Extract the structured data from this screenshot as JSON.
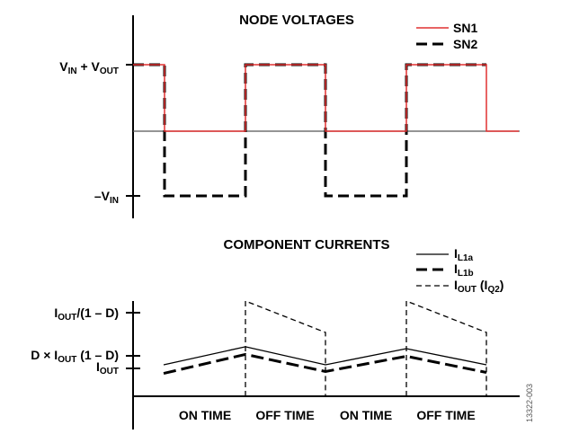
{
  "chart_data": [
    {
      "type": "line",
      "title": "NODE VOLTAGES",
      "y_tick_labels": [
        {
          "main": "V",
          "sub": "IN",
          "main2": " + V",
          "sub2": "OUT",
          "level": "VIN+VOUT"
        },
        {
          "main": "–V",
          "sub": "IN",
          "level": "-VIN"
        }
      ],
      "legend": [
        {
          "name": "SN1",
          "style": "solid",
          "color": "#e03030"
        },
        {
          "name": "SN2",
          "style": "dashed-bold",
          "color": "#000000"
        }
      ],
      "legend_position": "top-right",
      "levels": {
        "high": 1,
        "zero": 0,
        "low": -1
      },
      "x": [
        0,
        1,
        2,
        3,
        4,
        5
      ],
      "series": [
        {
          "name": "SN1",
          "values": [
            1,
            0,
            1,
            0,
            1,
            0
          ]
        },
        {
          "name": "SN2",
          "values": [
            1,
            -1,
            1,
            -1,
            1,
            null
          ]
        }
      ]
    },
    {
      "type": "line",
      "title": "COMPONENT CURRENTS",
      "y_tick_labels": [
        {
          "main": "I",
          "sub": "OUT",
          "tail": "/(1 – D)",
          "level": "IOUT/(1-D)"
        },
        {
          "pre": "D × I",
          "sub": "OUT",
          "tail": " (1 – D)",
          "level": "D×IOUT(1-D)"
        },
        {
          "main": "I",
          "sub": "OUT",
          "level": "IOUT"
        }
      ],
      "x_tick_labels": [
        "ON TIME",
        "OFF TIME",
        "ON TIME",
        "OFF TIME"
      ],
      "legend": [
        {
          "main": "I",
          "sub": "L1a",
          "style": "solid"
        },
        {
          "main": "I",
          "sub": "L1b",
          "style": "dashed-bold"
        },
        {
          "main": "I",
          "sub": "OUT",
          "tail": " (I",
          "sub2": "Q2",
          "tail2": ")",
          "style": "dashed-thin"
        }
      ],
      "legend_position": "top-right",
      "series": [
        {
          "name": "IL1a",
          "x": [
            0,
            1,
            2,
            3,
            4
          ],
          "values": [
            0.33,
            0.52,
            0.33,
            0.5,
            0.33
          ]
        },
        {
          "name": "IL1b",
          "x": [
            0,
            1,
            2,
            3,
            4
          ],
          "values": [
            0.24,
            0.44,
            0.26,
            0.42,
            0.25
          ]
        },
        {
          "name": "IOUT (IQ2)",
          "segments": [
            {
              "x": [
                1,
                1,
                2,
                2
              ],
              "values": [
                0,
                1.0,
                0.67,
                0
              ]
            },
            {
              "x": [
                3,
                3,
                4,
                4
              ],
              "values": [
                0,
                1.0,
                0.67,
                0
              ]
            }
          ]
        }
      ]
    }
  ],
  "figure_id": "13322-003"
}
